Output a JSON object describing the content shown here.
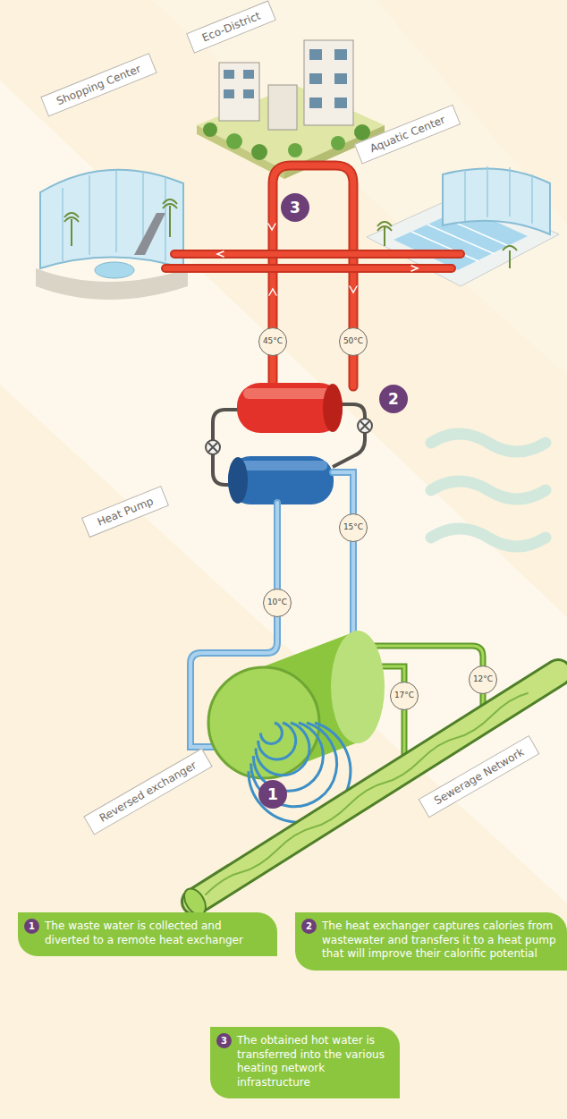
{
  "diagram": {
    "nodes": [
      {
        "text": [
          "Eco-District"
        ]
      },
      {
        "text": [
          "Shopping Center"
        ]
      },
      {
        "text": [
          "Aquatic Center"
        ]
      },
      {
        "text": [
          "45°C"
        ]
      },
      {
        "text": [
          "50°C"
        ]
      },
      {
        "text": [
          "Heat Pump"
        ]
      },
      {
        "text": [
          "15°C"
        ]
      },
      {
        "text": [
          "10°C"
        ]
      },
      {
        "text": [
          "17°C"
        ]
      },
      {
        "text": [
          "12°C"
        ]
      },
      {
        "text": [
          "Reversed exchanger"
        ]
      },
      {
        "text": [
          "Sewerage Network"
        ]
      },
      {
        "text": [
          "1",
          "The waste water is collected and diverted to a remote heat exchanger"
        ]
      },
      {
        "text": [
          "2",
          "The heat exchanger captures calories from wastewater and transfers it to a heat pump that will improve their calorific potential"
        ]
      },
      {
        "text": [
          "3",
          "The obtained hot water is transferred into the various heating network infrastructure"
        ]
      }
    ],
    "labels": [
      "3",
      "2",
      "1"
    ]
  }
}
